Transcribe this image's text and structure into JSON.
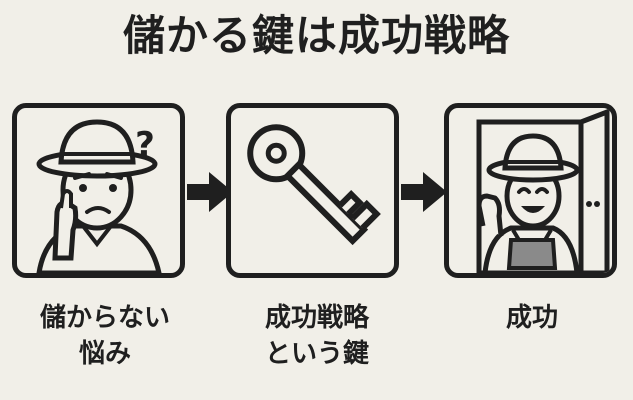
{
  "title": "儲かる鍵は成功戦略",
  "steps": [
    {
      "caption_line1": "儲からない",
      "caption_line2": "悩み",
      "question_mark": "?",
      "icon": "worried-man-icon"
    },
    {
      "caption_line1": "成功戦略",
      "caption_line2": "という鍵",
      "icon": "key-icon"
    },
    {
      "caption_line1": "成功",
      "caption_line2": "",
      "icon": "smiling-man-door-icon"
    }
  ],
  "arrows": [
    "arrow-right-icon",
    "arrow-right-icon"
  ],
  "colors": {
    "background": "#f1efe8",
    "ink": "#1f1f1f",
    "apron": "#8a8a8a",
    "skin": "#e4e1d8"
  }
}
